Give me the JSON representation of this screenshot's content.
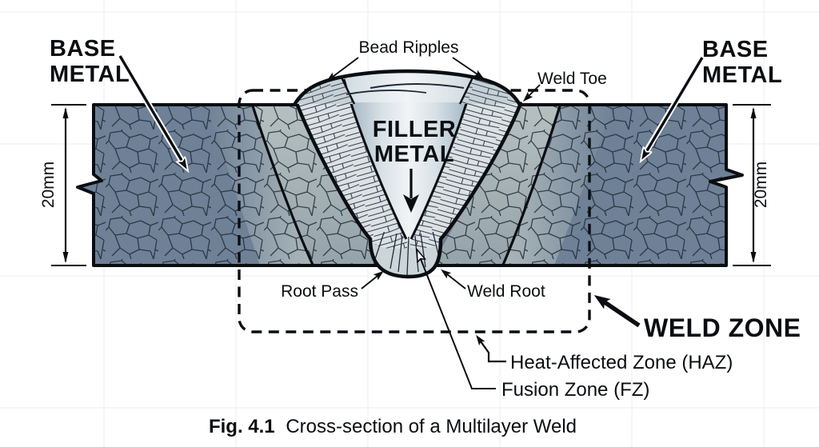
{
  "figure": {
    "caption_prefix": "Fig. 4.1",
    "caption_text": "Cross-section of a Multilayer Weld"
  },
  "labels": {
    "base_metal_left": {
      "line1": "BASE",
      "line2": "METAL"
    },
    "base_metal_right": {
      "line1": "BASE",
      "line2": "METAL"
    },
    "filler_metal": {
      "line1": "FILLER",
      "line2": "METAL"
    },
    "bead_ripples": "Bead Ripples",
    "weld_toe": "Weld Toe",
    "root_pass": "Root Pass",
    "weld_root": "Weld Root",
    "weld_zone": "WELD ZONE",
    "haz": "Heat-Affected Zone (HAZ)",
    "fusion_zone": "Fusion Zone (FZ)",
    "dim_left": "20mm",
    "dim_right": "20mm"
  },
  "colors": {
    "background": "#ffffff",
    "grid_line": "#ededed",
    "base_metal": "#6e8196",
    "grain_line": "#1f2b38",
    "haz_light": "#b8c2c1",
    "refined_zone": "#b2bcbd",
    "fusion_band": "#dce2e4",
    "weld_fill": "#ccd5d9",
    "filler_center": "#f0f4f5",
    "filler_edge": "#a3b7c4",
    "outline": "#0a0e12"
  }
}
